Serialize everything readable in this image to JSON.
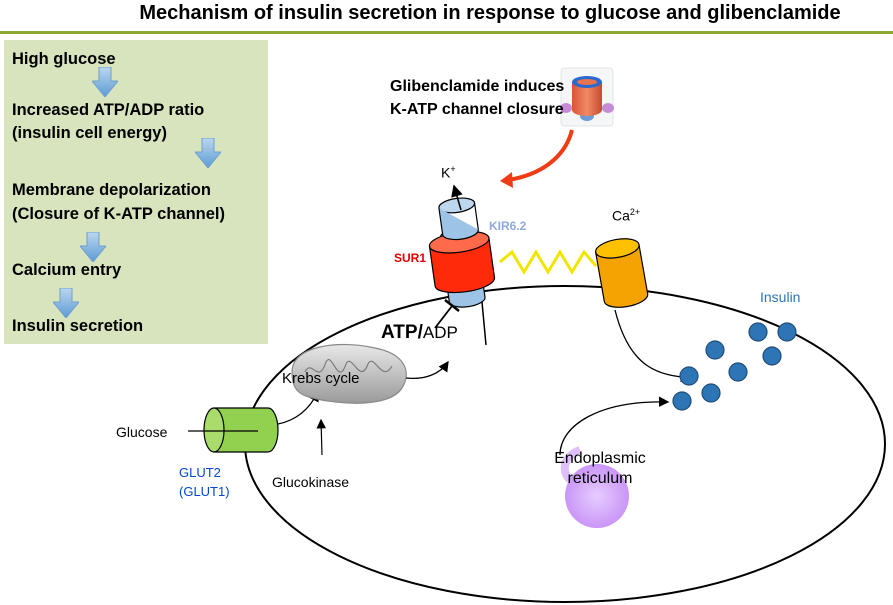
{
  "title": "Mechanism of insulin secretion in response to glucose and glibenclamide",
  "steps": [
    "High glucose",
    "Increased ATP/ADP ratio",
    "(insulin cell energy)",
    "Membrane depolarization",
    "(Closure of K-ATP channel)",
    "Calcium entry",
    "Insulin secretion"
  ],
  "glibenclamide_note": [
    "Glibenclamide induces",
    "K-ATP channel closure"
  ],
  "labels": {
    "k_ion": "K",
    "k_charge": "+",
    "kir": "KIR6.2",
    "sur": "SUR1",
    "ca_ion": "Ca",
    "ca_charge": "2+",
    "insulin": "Insulin",
    "atp": "ATP",
    "slash": "/",
    "adp": "ADP",
    "krebs": "Krebs cycle",
    "glucose": "Glucose",
    "glut2": "GLUT2",
    "glut1": "(GLUT1)",
    "glucokinase": "Glucokinase",
    "er_line1": "Endoplasmic",
    "er_line2": "reticulum"
  },
  "colors": {
    "title_rule": "#8aa832",
    "panel": "#d7e4bd",
    "step_arrow": "#5b9bd5",
    "glut_channel": "#92d050",
    "sur1": "#ff2a0a",
    "kir": "#9dc3e6",
    "ca_channel": "#f5a300",
    "insulin_granule": "#2e75b6",
    "er": "#cc99ff",
    "glibenclamide_arrow": "#f03c14",
    "sur_label": "#e00000",
    "kir_label": "#8faadc",
    "glut_label": "#0047d6",
    "insulin_label": "#2e75b6"
  }
}
